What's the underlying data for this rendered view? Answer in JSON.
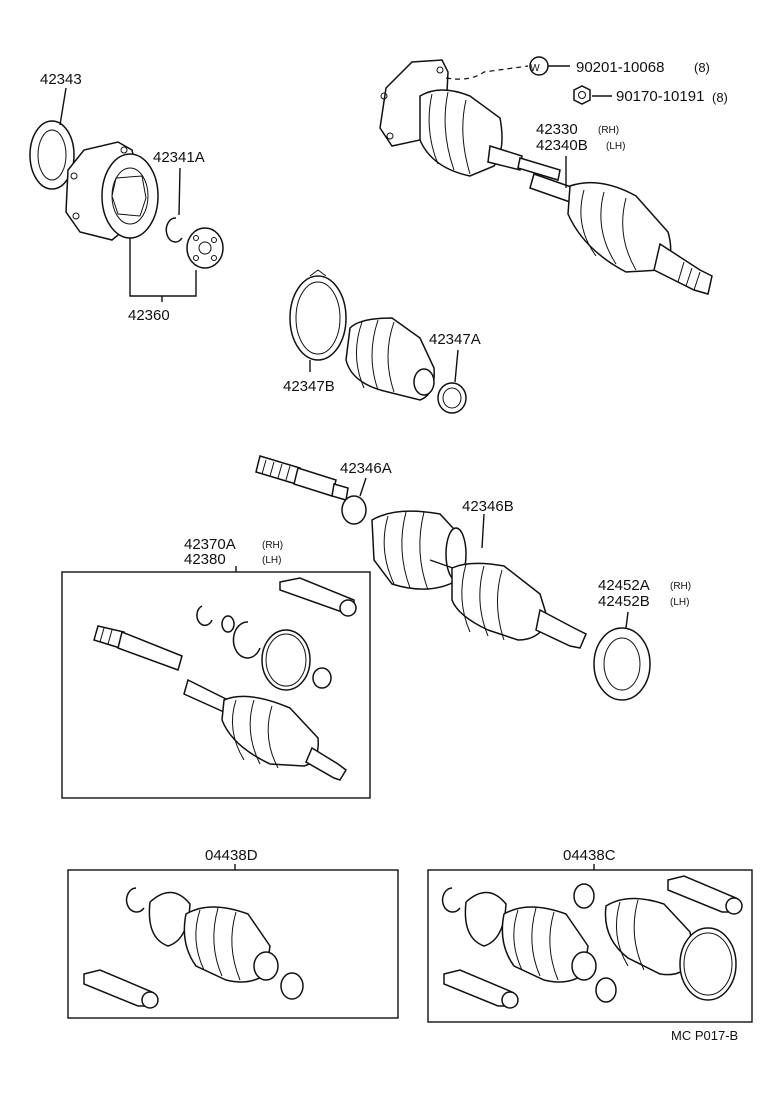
{
  "callouts": {
    "c42343": "42343",
    "c42341A": "42341A",
    "c42360": "42360",
    "c90201": "90201-10068",
    "c90201_qty": "(8)",
    "c90170": "90170-10191",
    "c90170_qty": "(8)",
    "washer_symbol": "W",
    "c42330": "42330",
    "c42330_side": "(RH)",
    "c42340B": "42340B",
    "c42340B_side": "(LH)",
    "c42347A": "42347A",
    "c42347B": "42347B",
    "c42346A": "42346A",
    "c42346B": "42346B",
    "c42370A": "42370A",
    "c42370A_side": "(RH)",
    "c42380": "42380",
    "c42380_side": "(LH)",
    "c42452A": "42452A",
    "c42452A_side": "(RH)",
    "c42452B": "42452B",
    "c42452B_side": "(LH)",
    "c04438D": "04438D",
    "c04438C": "04438C"
  },
  "footer": {
    "code": "MC P017-B"
  }
}
